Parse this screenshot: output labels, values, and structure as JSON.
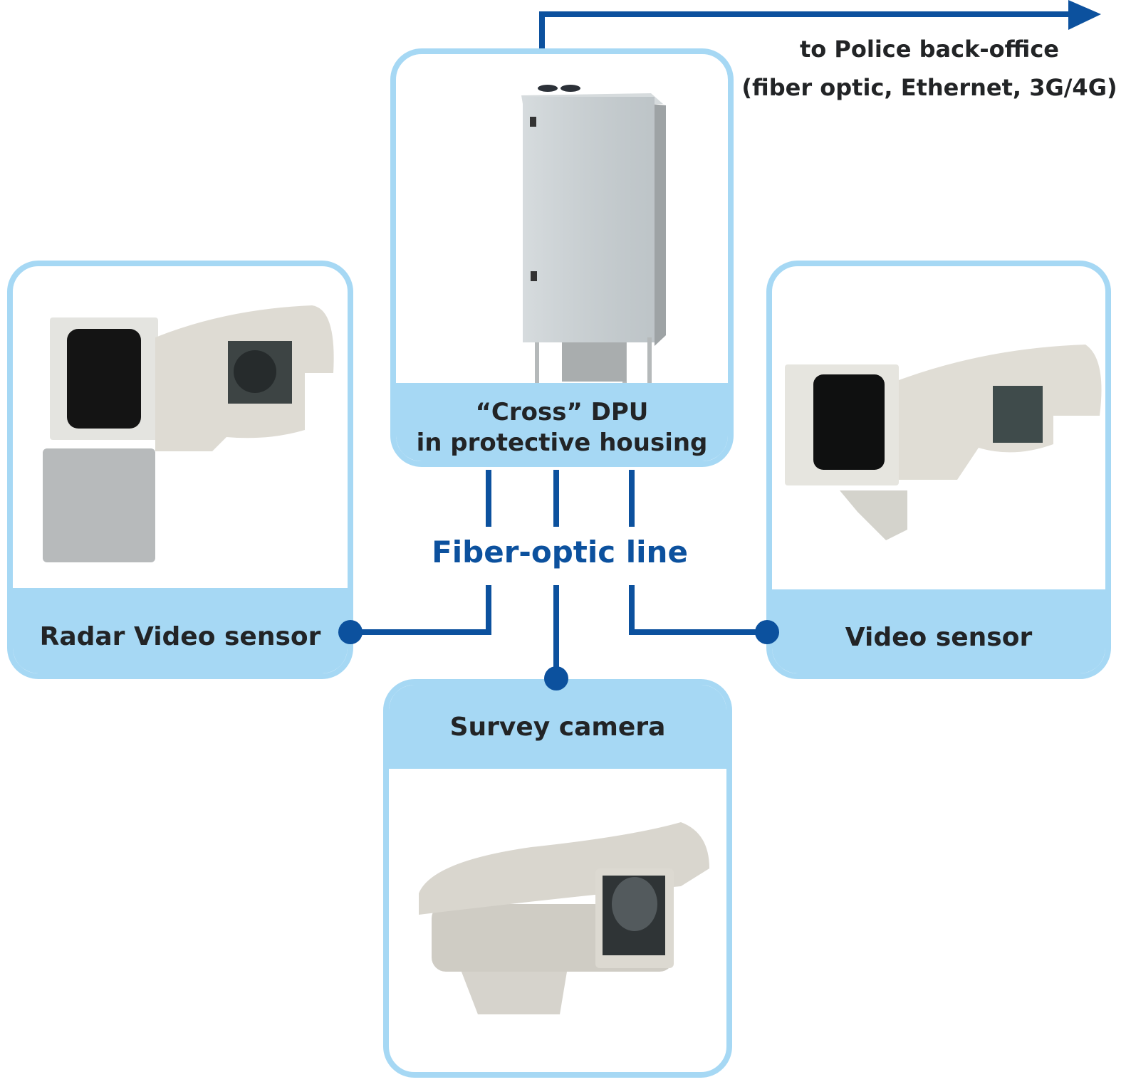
{
  "uplink": {
    "line1": "to Police back-office",
    "line2": "(fiber optic, Ethernet, 3G/4G)",
    "arrow_icon": "arrow-right-icon"
  },
  "dpu": {
    "title_line1": "“Cross” DPU",
    "title_line2": "in protective housing",
    "image": "dpu-cabinet-image"
  },
  "radar_sensor": {
    "label": "Radar Video sensor",
    "image": "radar-video-sensor-image"
  },
  "video_sensor": {
    "label": "Video sensor",
    "image": "video-sensor-image"
  },
  "survey_camera": {
    "label": "Survey camera",
    "image": "survey-camera-image"
  },
  "network": {
    "label": "Fiber-optic line"
  },
  "colors": {
    "accent_blue": "#0c519e",
    "card_blue": "#a6d8f4",
    "text_dark": "#222426"
  }
}
